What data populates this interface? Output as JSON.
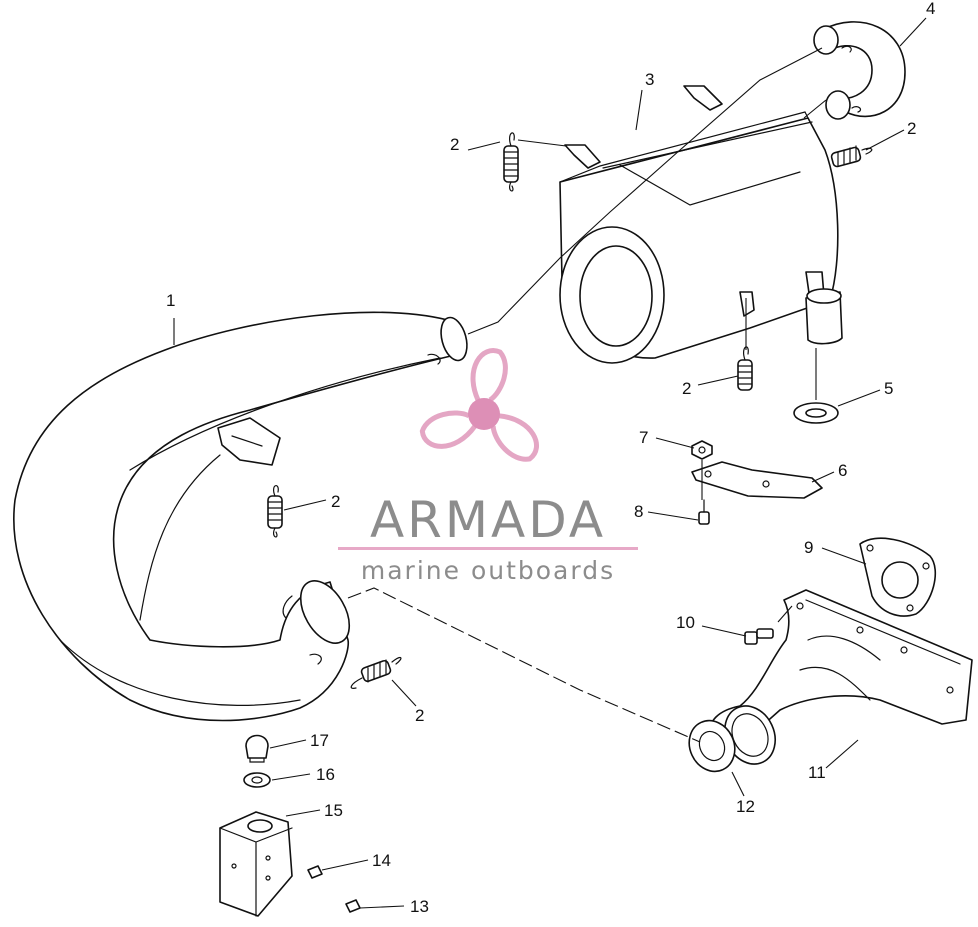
{
  "callouts": [
    {
      "id": "c1",
      "text": "1"
    },
    {
      "id": "c2a",
      "text": "2"
    },
    {
      "id": "c2b",
      "text": "2"
    },
    {
      "id": "c2c",
      "text": "2"
    },
    {
      "id": "c2d",
      "text": "2"
    },
    {
      "id": "c2e",
      "text": "2"
    },
    {
      "id": "c3",
      "text": "3"
    },
    {
      "id": "c4",
      "text": "4"
    },
    {
      "id": "c5",
      "text": "5"
    },
    {
      "id": "c6",
      "text": "6"
    },
    {
      "id": "c7",
      "text": "7"
    },
    {
      "id": "c8",
      "text": "8"
    },
    {
      "id": "c9",
      "text": "9"
    },
    {
      "id": "c10",
      "text": "10"
    },
    {
      "id": "c11",
      "text": "11"
    },
    {
      "id": "c12",
      "text": "12"
    },
    {
      "id": "c13",
      "text": "13"
    },
    {
      "id": "c14",
      "text": "14"
    },
    {
      "id": "c15",
      "text": "15"
    },
    {
      "id": "c16",
      "text": "16"
    },
    {
      "id": "c17",
      "text": "17"
    }
  ],
  "watermark": {
    "title": "ARMADA",
    "subtitle": "marine outboards",
    "logo_icon": "propeller-icon",
    "colors": {
      "logo": "#e4a6c4",
      "hub": "#dd8fb6",
      "rule": "#e7a9c7",
      "text": "#8c8c8c"
    }
  }
}
